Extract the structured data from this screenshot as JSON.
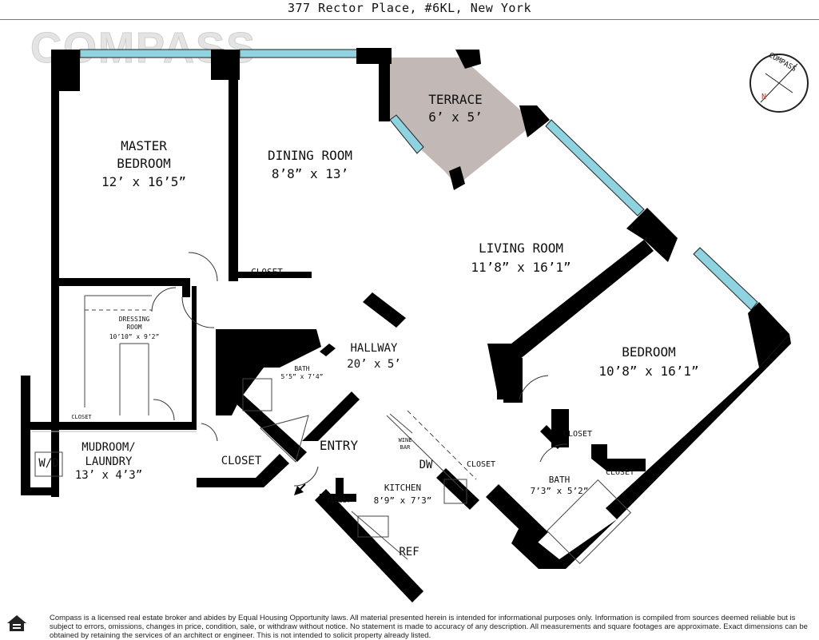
{
  "header": {
    "address": "377 Rector Place, #6KL, New York"
  },
  "brand": {
    "logo_text": "COMPASS",
    "compass_rose_text": "COMPASS",
    "compass_north": "N"
  },
  "rooms": {
    "master_bedroom": {
      "name_line1": "MASTER",
      "name_line2": "BEDROOM",
      "size": "12’ x 16’5”"
    },
    "dining_room": {
      "name": "DINING ROOM",
      "size": "8’8” x 13’"
    },
    "terrace": {
      "name": "TERRACE",
      "size": "6’ x 5’"
    },
    "living_room": {
      "name": "LIVING ROOM",
      "size": "11’8” x 16’1”"
    },
    "bedroom": {
      "name": "BEDROOM",
      "size": "10’8” x 16’1”"
    },
    "dressing_room": {
      "name_line1": "DRESSING",
      "name_line2": "ROOM",
      "size": "10’10” x 9’2”"
    },
    "hallway": {
      "name": "HALLWAY",
      "size": "20’ x 5’"
    },
    "bath_small": {
      "name": "BATH",
      "size": "5’5” x 7’4”"
    },
    "mudroom": {
      "name_line1": "MUDROOM/",
      "name_line2": "LAUNDRY",
      "size": "13’ x 4’3”"
    },
    "entry": {
      "name": "ENTRY"
    },
    "kitchen": {
      "name": "KITCHEN",
      "size": "8’9” x 7’3”"
    },
    "bath_bedroom": {
      "name": "BATH",
      "size": "7’3” x 5’2”"
    }
  },
  "fixtures": {
    "closet_dining": "CLOSET",
    "closet_dressing": "CLOSET",
    "closet_mudroom": "CLOSET",
    "closet_kitchen": "CLOSET",
    "closet_hall": "CLOSET",
    "closet_bedroom_1": "CLOSET",
    "closet_bedroom_2": "CLOSET",
    "wd": "W/D",
    "wine_bar_line1": "WINE",
    "wine_bar_line2": "BAR",
    "dw": "DW",
    "ref": "REF"
  },
  "footer": {
    "disclaimer": "Compass is a licensed real estate broker and abides by Equal Housing Opportunity laws. All material presented herein is intended for informational purposes only. Information is compiled from sources deemed reliable but is subject to errors, omissions, changes in price, condition, sale, or withdraw without notice. No statement is made to accuracy of any description. All measurements and square footages are approximate. Exact dimensions can be obtained by retaining the services of an architect or engineer. This is not intended to solicit property already listed."
  },
  "colors": {
    "wall": "#000000",
    "window": "#8fd3e0",
    "terrace": "#c2b9b6",
    "logo": "#e4e4e4"
  }
}
